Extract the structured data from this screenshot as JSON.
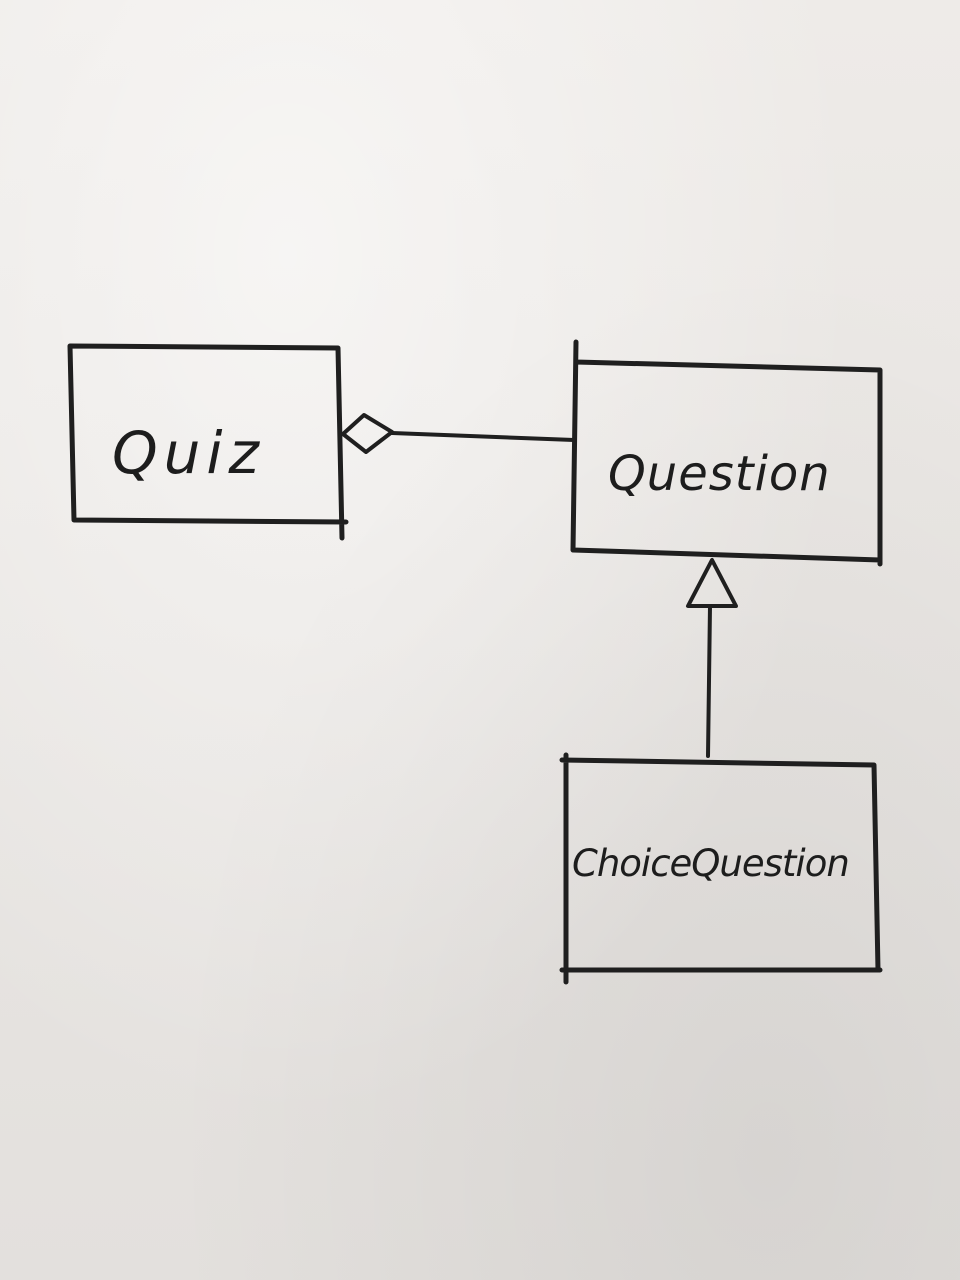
{
  "diagram": {
    "classes": {
      "quiz": "Quiz",
      "question": "Question",
      "choice_question": "ChoiceQuestion"
    },
    "relationships": [
      {
        "kind": "aggregation",
        "from": "Quiz",
        "to": "Question"
      },
      {
        "kind": "inheritance",
        "from": "ChoiceQuestion",
        "to": "Question"
      }
    ]
  },
  "colors": {
    "ink": "#1f1f1f",
    "paper": "#ece9e6"
  }
}
